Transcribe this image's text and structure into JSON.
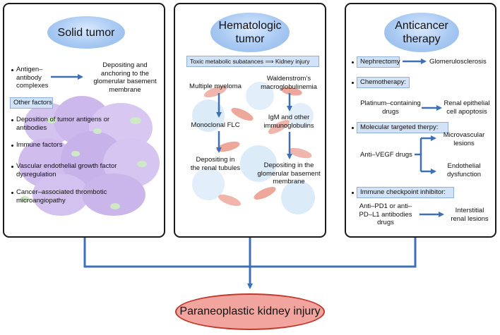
{
  "solid_tumor": {
    "title": "Solid tumor",
    "antigen_text": "Antigen–\nantibody\ncomplexes",
    "deposit_text": "Depositing and\nanchoring to the\nglomerular basement\nmembrane",
    "other_factors": "Other factors",
    "items": [
      "Deposition of tumor antigens or\nantibodies",
      "Immune factors",
      "Vascular endothelial growth factor\ndysregulation",
      "Cancer–associated thrombotic\nmicroangiopathy"
    ]
  },
  "hematologic_tumor": {
    "title": "Hematologic\ntumor",
    "toxic_label": "Toxic metabolic subatances",
    "kidney_label": "Kidney injury",
    "left_chain": [
      "Multiple myeloma",
      "Monoclonal FLC",
      "Depositing in\nthe renal tubules"
    ],
    "right_chain": [
      "Waldenstrom’s\nmacroglobulinemia",
      "IgM and other\nimmunoglobulins",
      "Depositing in the\nglomerular basement\nmembrane"
    ]
  },
  "anticancer_therapy": {
    "title": "Anticancer\ntherapy",
    "nephrectomy": "Nephrectomy",
    "glomerulosclerosis": "Glomerulosclerosis",
    "chemotherapy": "Chemotherapy:",
    "platinum": "Platinum–containing\ndrugs",
    "renal_apoptosis": "Renal epithelial\ncell apoptosis",
    "molecular": "Molecular targeted therpy:",
    "anti_vegf": "Anti–VEGF drugs",
    "microvascular": "Microvascular\nlesions",
    "endothelial": "Endothelial\ndysfunction",
    "immune_checkpoint": "Immune checkpoint inhibitor:",
    "anti_pd1": "Anti–PD1 or anti–\nPD–L1 antibodies\ndrugs",
    "interstitial": "Interstitial\nrenal lesions"
  },
  "outcome": "Paraneoplastic kidney injury",
  "colors": {
    "arrow": "#3f6fb5",
    "connector": "#3f6fb5",
    "panel_border": "#1a1a1a",
    "oval_fill": "#a8c9f2",
    "outcome_fill": "#f2a49e",
    "outcome_border": "#c0392b",
    "highlight_fill": "#d3e3f7"
  }
}
